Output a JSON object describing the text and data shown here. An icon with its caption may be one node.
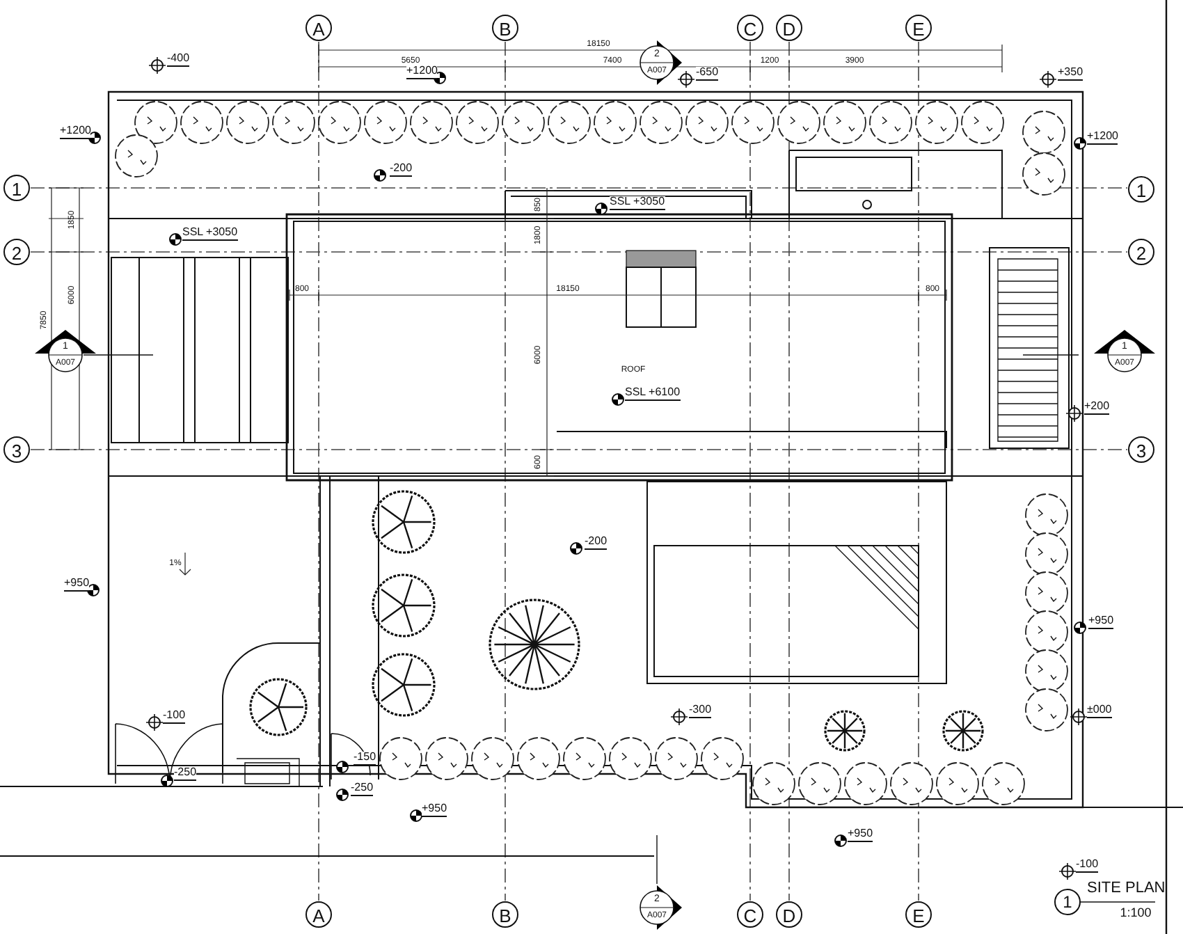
{
  "diagram": {
    "title": "SITE PLAN",
    "labels": [
      "A",
      "B",
      "C",
      "D",
      "E",
      "18150",
      "5650",
      "7400",
      "1200",
      "3900",
      "2",
      "A007",
      "-400",
      "+1200",
      "-650",
      "+350",
      "+1200",
      "+1200",
      "-200",
      "1",
      "1",
      "850",
      "SSL +3050",
      "1850",
      "SSL +3050",
      "1800",
      "2",
      "2",
      "800",
      "18150",
      "800",
      "6000",
      "7850",
      "1",
      "A007",
      "1",
      "A007",
      "6000",
      "ROOF",
      "SSL +6100",
      "+200",
      "3",
      "3",
      "600",
      "-200",
      "1%",
      "+950",
      "+950",
      "-100",
      "-300",
      "±000",
      "-150",
      "-250",
      "-250",
      "+950",
      "+950",
      "A",
      "B",
      "C",
      "D",
      "E",
      "2",
      "A007",
      "-100",
      "1",
      "1:100"
    ]
  }
}
